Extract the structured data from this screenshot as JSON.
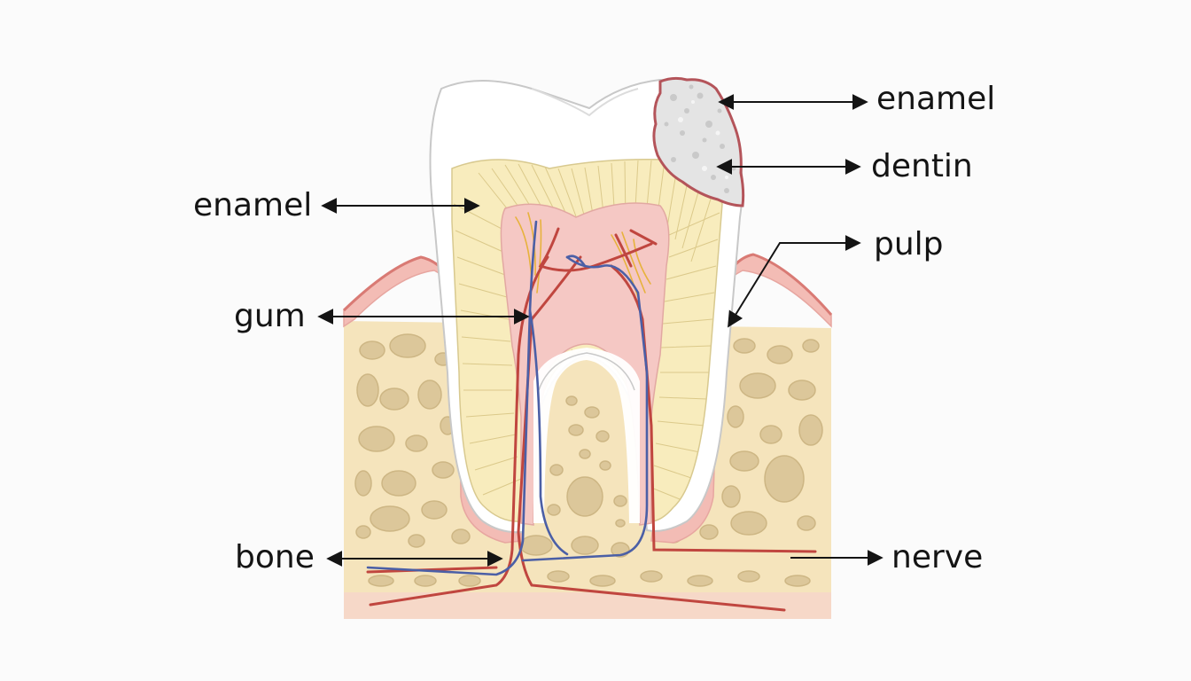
{
  "labels": {
    "enamel_right": "enamel",
    "dentin": "dentin",
    "pulp": "pulp",
    "enamel_left": "enamel",
    "gum": "gum",
    "bone": "bone",
    "nerve": "nerve"
  },
  "colors": {
    "background": "#fbfbfb",
    "enamel": "#ffffff",
    "dentin": "#f8ecbd",
    "pulp": "#f5c8c4",
    "gum": "#f3bcb5",
    "bone": "#f5e4bc",
    "bone_pores": "#dcc79a",
    "artery": "#c0463f",
    "vein": "#4b5fa6",
    "nerve_fiber": "#e7b23c",
    "decay": "#e4e4e4",
    "decay_rim": "#b4545a",
    "arrow": "#141414",
    "text": "#141414"
  }
}
